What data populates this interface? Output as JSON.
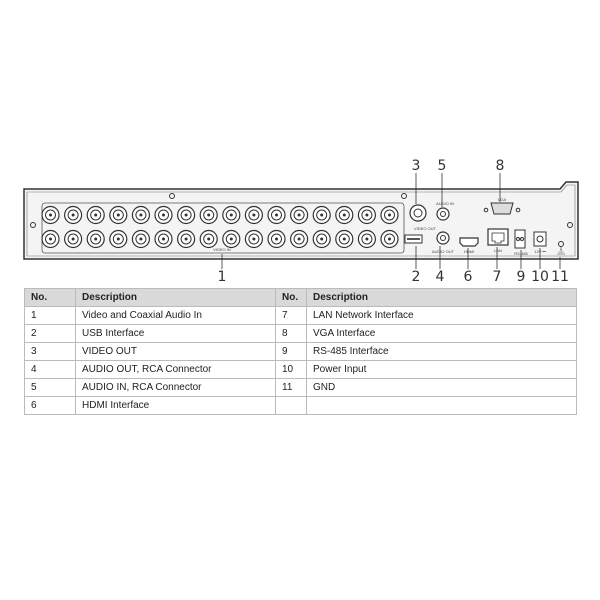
{
  "diagram": {
    "callouts": [
      "1",
      "2",
      "3",
      "4",
      "5",
      "6",
      "7",
      "8",
      "9",
      "10",
      "11"
    ],
    "panel_labels": {
      "video_in": "VIDEO IN",
      "video_out": "VIDEO OUT",
      "audio_in": "AUDIO IN",
      "audio_out": "AUDIO OUT",
      "hdmi": "HDMI",
      "vga": "VGA",
      "lan": "LAN",
      "rs485": "RS-485",
      "power": "12V ⎓"
    }
  },
  "table": {
    "headers": [
      "No.",
      "Description",
      "No.",
      "Description"
    ],
    "rows": [
      [
        "1",
        "Video and Coaxial Audio In",
        "7",
        "LAN Network Interface"
      ],
      [
        "2",
        "USB Interface",
        "8",
        "VGA Interface"
      ],
      [
        "3",
        "VIDEO OUT",
        "9",
        "RS-485 Interface"
      ],
      [
        "4",
        "AUDIO OUT, RCA Connector",
        "10",
        "Power Input"
      ],
      [
        "5",
        "AUDIO IN, RCA Connector",
        "11",
        "GND"
      ],
      [
        "6",
        "HDMI Interface",
        "",
        ""
      ]
    ]
  }
}
